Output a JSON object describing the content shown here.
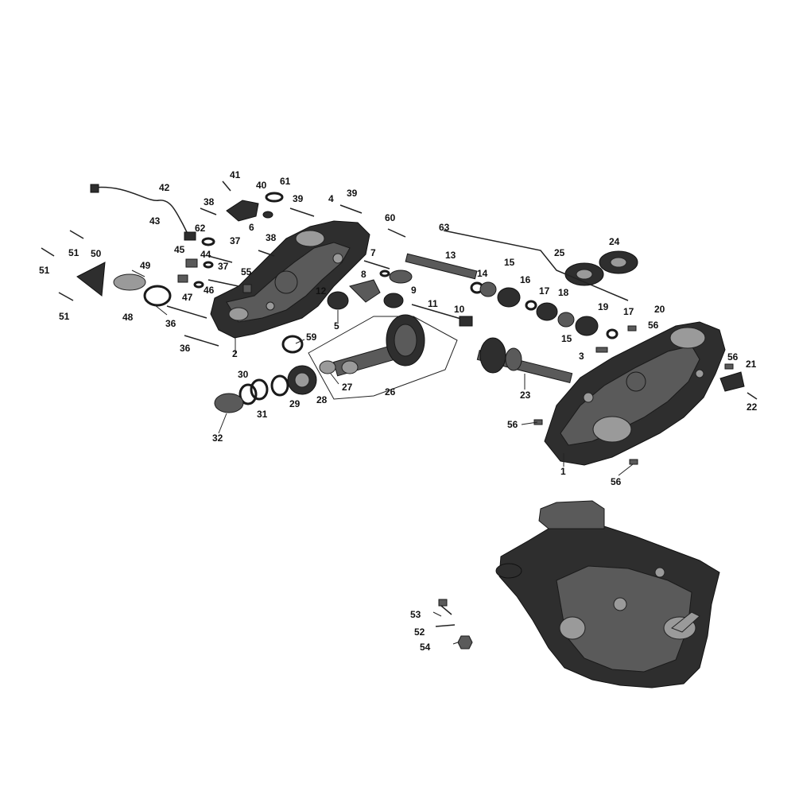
{
  "callouts": {
    "c1": "1",
    "c2": "2",
    "c3": "3",
    "c4": "4",
    "c5": "5",
    "c6": "6",
    "c7": "7",
    "c8": "8",
    "c9": "9",
    "c10": "10",
    "c11": "11",
    "c12": "12",
    "c13": "13",
    "c14": "14",
    "c15a": "15",
    "c15b": "15",
    "c16": "16",
    "c17a": "17",
    "c17b": "17",
    "c18": "18",
    "c19": "19",
    "c20": "20",
    "c21": "21",
    "c22": "22",
    "c23": "23",
    "c24": "24",
    "c25": "25",
    "c26": "26",
    "c27": "27",
    "c28": "28",
    "c29": "29",
    "c30": "30",
    "c31": "31",
    "c32": "32",
    "c36a": "36",
    "c36b": "36",
    "c37a": "37",
    "c37b": "37",
    "c38a": "38",
    "c38b": "38",
    "c39a": "39",
    "c39b": "39",
    "c40": "40",
    "c41": "41",
    "c42": "42",
    "c43": "43",
    "c44": "44",
    "c45": "45",
    "c46": "46",
    "c47": "47",
    "c48": "48",
    "c49": "49",
    "c50": "50",
    "c51a": "51",
    "c51b": "51",
    "c51c": "51",
    "c52": "52",
    "c53": "53",
    "c54": "54",
    "c55": "55",
    "c56a": "56",
    "c56b": "56",
    "c56c": "56",
    "c56d": "56",
    "c59": "59",
    "c60": "60",
    "c61": "61",
    "c62": "62",
    "c63": "63"
  }
}
